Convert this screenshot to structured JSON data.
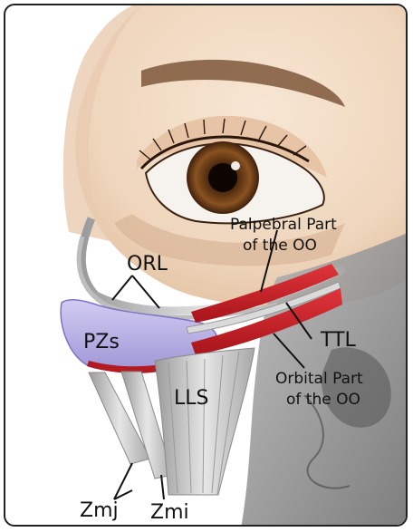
{
  "figure": {
    "labels": {
      "orl": "ORL",
      "pzs": "PZs",
      "palpebral_line1": "Palpebral Part",
      "palpebral_line2": "of the OO",
      "ttl": "TTL",
      "orbital_line1": "Orbital Part",
      "orbital_line2": "of the OO",
      "lls": "LLS",
      "zmj": "Zmj",
      "zmi": "Zmi"
    },
    "colors": {
      "skin": "#f3dfcb",
      "skin_shadow": "#e4c1a3",
      "muscle_red": "#d2232a",
      "fat_pad": "#b9b2e6",
      "ligament_grey": "#cfcfcf",
      "bone_grey": "#8a8a8a",
      "iris": "#6b3b16",
      "outline": "#222222"
    }
  }
}
